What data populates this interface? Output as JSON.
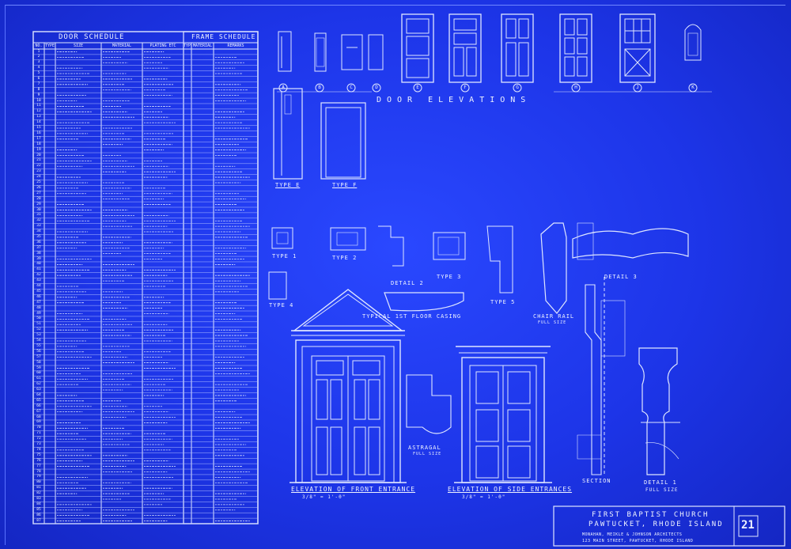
{
  "schedule": {
    "door_title": "DOOR SCHEDULE",
    "frame_title": "FRAME SCHEDULE",
    "columns": [
      "NO.",
      "TYPE",
      "SIZE",
      "MATERIAL",
      "PLATING ETC",
      "TYPE",
      "MATERIAL",
      "REMARKS"
    ],
    "row_numbers": [
      "1",
      "2",
      "3",
      "4",
      "5",
      "6",
      "7",
      "8",
      "9",
      "10",
      "11",
      "12",
      "13",
      "14",
      "15",
      "16",
      "17",
      "18",
      "19",
      "20",
      "21",
      "22",
      "23",
      "24",
      "25",
      "26",
      "27",
      "28",
      "29",
      "30",
      "31",
      "32",
      "33",
      "34",
      "35",
      "36",
      "37",
      "38",
      "39",
      "40",
      "41",
      "42",
      "43",
      "44",
      "45",
      "46",
      "47",
      "48",
      "49",
      "50",
      "51",
      "52",
      "53",
      "54",
      "55",
      "56",
      "57",
      "58",
      "59",
      "60",
      "61",
      "62",
      "63",
      "64",
      "65",
      "66",
      "67",
      "68",
      "69",
      "70",
      "71",
      "72",
      "73",
      "74",
      "75",
      "76",
      "77",
      "78",
      "79",
      "80",
      "81",
      "82",
      "83",
      "84",
      "85",
      "86",
      "87"
    ]
  },
  "door_letters": [
    "A",
    "B",
    "C",
    "D",
    "E",
    "F",
    "G",
    "H",
    "J",
    "K"
  ],
  "labels": {
    "door_elevations": "DOOR ELEVATIONS",
    "type_e": "TYPE E",
    "type_f": "TYPE F",
    "type_1": "TYPE 1",
    "type_2": "TYPE 2",
    "type_3": "TYPE 3",
    "type_4": "TYPE 4",
    "type_5": "TYPE 5",
    "detail_2": "DETAIL 2",
    "typical_casing": "TYPICAL 1ST FLOOR CASING",
    "chair_rail": "CHAIR RAIL",
    "chair_rail_sub": "FULL SIZE",
    "detail_3": "DETAIL 3",
    "astragal": "ASTRAGAL",
    "astragal_sub": "FULL SIZE",
    "front_entrance": "ELEVATION OF FRONT ENTRANCE",
    "front_entrance_sub": "3/8\" = 1'-0\"",
    "side_entrances": "ELEVATION OF SIDE ENTRANCES",
    "side_entrances_sub": "3/8\" = 1'-0\"",
    "section": "SECTION",
    "detail_1": "DETAIL 1",
    "detail_1_sub": "FULL SIZE"
  },
  "title_block": {
    "church": "FIRST BAPTIST CHURCH",
    "city": "PAWTUCKET, RHODE ISLAND",
    "architects": "MONAHAN, MEIKLE & JOHNSON ARCHITECTS",
    "address": "123 MAIN STREET, PAWTUCKET, RHODE ISLAND",
    "sheet_number": "21"
  }
}
